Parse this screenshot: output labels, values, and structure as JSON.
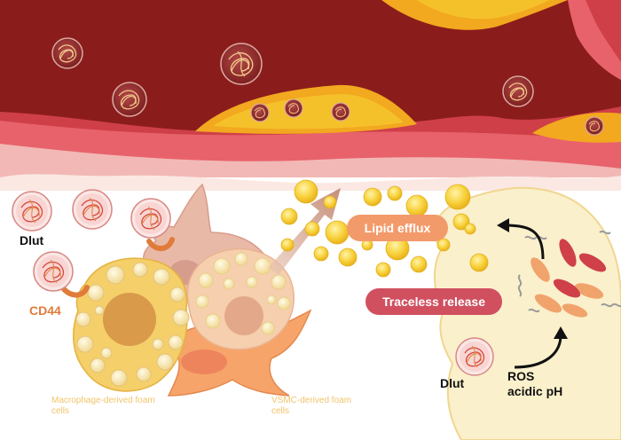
{
  "labels": {
    "dlut_left": "Dlut",
    "cd44": "CD44",
    "macrophage": "Macrophage-derived foam cells",
    "vsmc": "VSMC-derived foam cells",
    "lipid_efflux": "Lipid efflux",
    "traceless_release": "Traceless release",
    "dlut_right": "Dlut",
    "ros": "ROS",
    "acidic_ph": "acidic pH"
  },
  "colors": {
    "vessel_dark": "#8b1c1c",
    "vessel_wall": "#e8626b",
    "plaque": "#f5b324",
    "macrophage": "#f5cf6a",
    "vsmc_cell": "#f6a46a",
    "cell_pink": "#e9b9a8",
    "lysosome": "#fbeec2",
    "efflux": "#f39a6a",
    "release": "#d05060",
    "cd44": "#e07b39",
    "lipid_droplet": "#f8d23c",
    "label_yellow": "#f2c46a"
  }
}
